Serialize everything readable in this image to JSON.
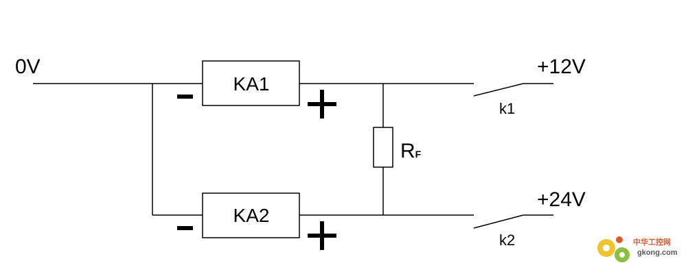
{
  "labels": {
    "zero_v": "0V",
    "plus_12v": "+12V",
    "plus_24v": "+24V",
    "ka1": "KA1",
    "ka2": "KA2",
    "r_main": "R",
    "r_sub": "F",
    "k1": "k1",
    "k2": "k2",
    "minus": "-",
    "plus": "+"
  },
  "watermark": {
    "cn": "中华工控网",
    "en": "gkong.com"
  },
  "colors": {
    "line": "#000000",
    "watermark_orange": "#e05a2b",
    "watermark_yellow": "#f2c12e",
    "watermark_green": "#8cbf3f"
  }
}
